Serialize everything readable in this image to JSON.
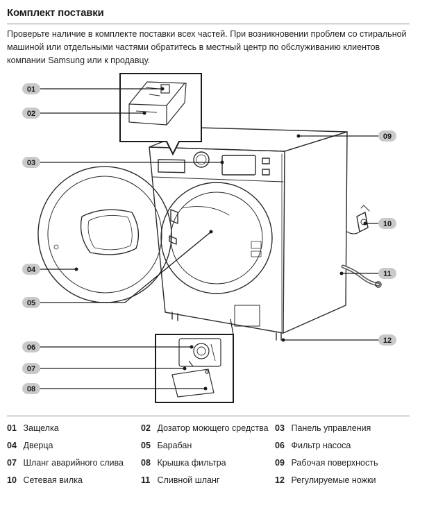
{
  "title": "Комплект поставки",
  "intro": "Проверьте наличие в комплекте поставки всех частей. При возникновении проблем со стиральной машиной или отдельными частями обратитесь в местный центр по обслуживанию клиентов компании Samsung или к продавцу.",
  "callouts": [
    "01",
    "02",
    "03",
    "04",
    "05",
    "06",
    "07",
    "08",
    "09",
    "10",
    "11",
    "12"
  ],
  "legend": [
    {
      "num": "01",
      "label": "Защелка"
    },
    {
      "num": "02",
      "label": "Дозатор моющего средства"
    },
    {
      "num": "03",
      "label": "Панель управления"
    },
    {
      "num": "04",
      "label": "Дверца"
    },
    {
      "num": "05",
      "label": "Барабан"
    },
    {
      "num": "06",
      "label": "Фильтр насоса"
    },
    {
      "num": "07",
      "label": "Шланг аварийного слива"
    },
    {
      "num": "08",
      "label": "Крышка фильтра"
    },
    {
      "num": "09",
      "label": "Рабочая поверхность"
    },
    {
      "num": "10",
      "label": "Сетевая вилка"
    },
    {
      "num": "11",
      "label": "Сливной шланг"
    },
    {
      "num": "12",
      "label": "Регулируемые ножки"
    }
  ],
  "colors": {
    "badge": "#c9c9c9",
    "line": "#2a2a2a"
  }
}
